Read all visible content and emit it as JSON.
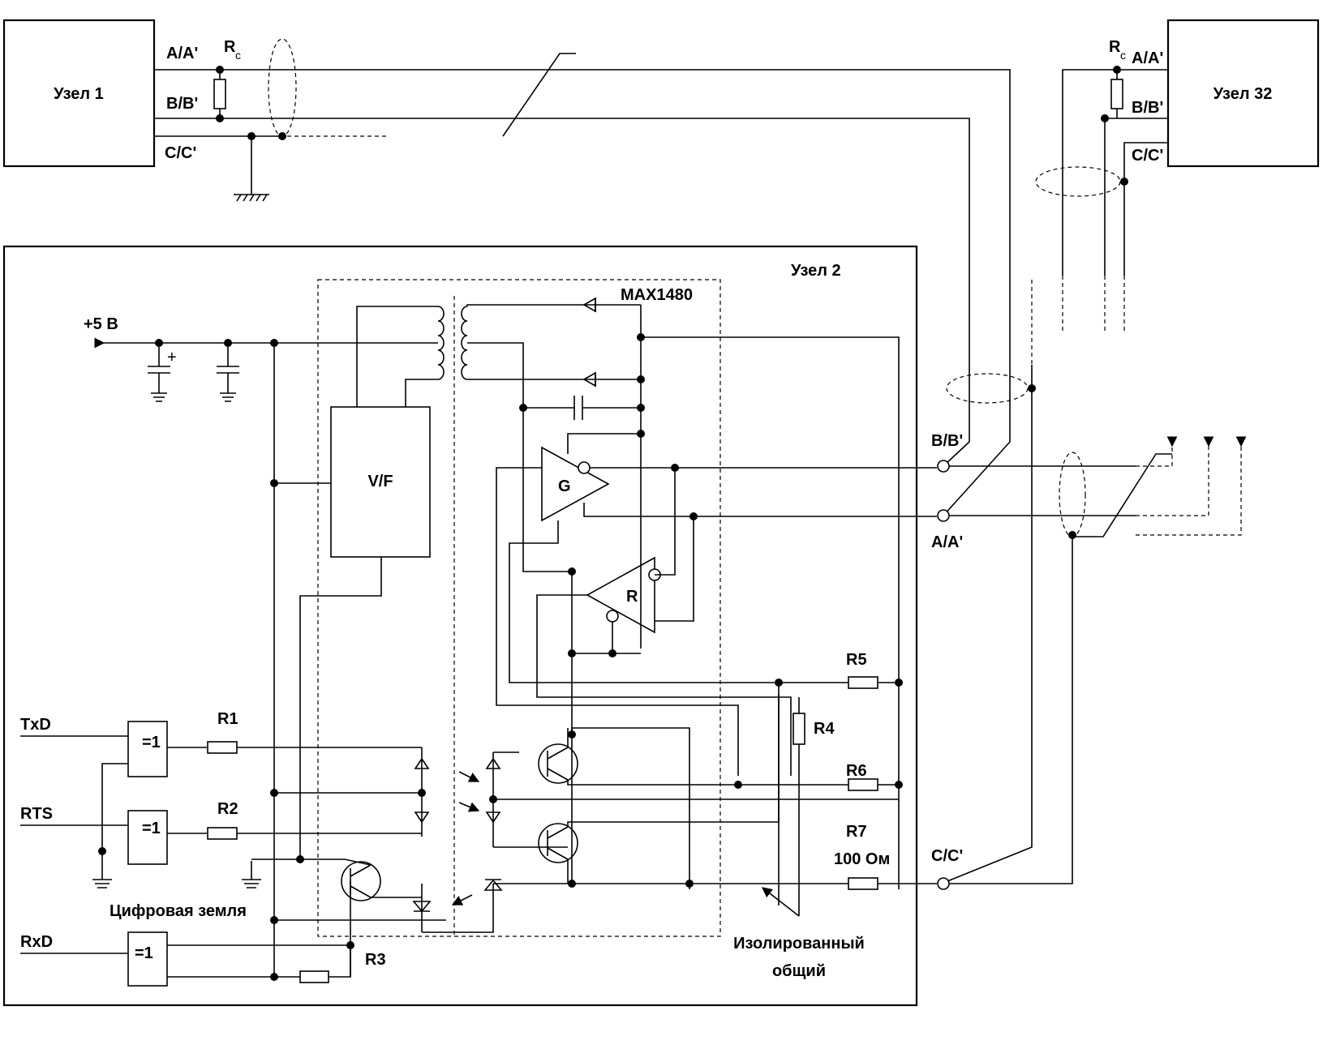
{
  "node1": {
    "title": "Узел 1",
    "pin_a": "A/A'",
    "pin_b": "B/B'",
    "pin_c": "C/C'",
    "rc": "R",
    "rc_sub": "c"
  },
  "node32": {
    "title": "Узел 32",
    "pin_a": "A/A'",
    "pin_b": "B/B'",
    "pin_c": "C/C'",
    "rc": "R",
    "rc_sub": "c"
  },
  "node2": {
    "title": "Узел 2",
    "chip": "MAX1480",
    "supply": "+5 В",
    "vf": "V/F",
    "driver": "G",
    "receiver": "R",
    "gate_label": "=1",
    "inputs": {
      "txd": "TxD",
      "rts": "RTS",
      "rxd": "RxD"
    },
    "resistors": {
      "r1": "R1",
      "r2": "R2",
      "r3": "R3",
      "r4": "R4",
      "r5": "R5",
      "r6": "R6",
      "r7": "R7",
      "r7_value": "100 Ом"
    },
    "pins": {
      "b": "B/B'",
      "a": "A/A'",
      "c": "C/C'"
    },
    "digital_ground": "Цифровая земля",
    "isolated_common_line1": "Изолированный",
    "isolated_common_line2": "общий"
  },
  "colors": {
    "ink": "#000000",
    "paper": "#ffffff"
  }
}
